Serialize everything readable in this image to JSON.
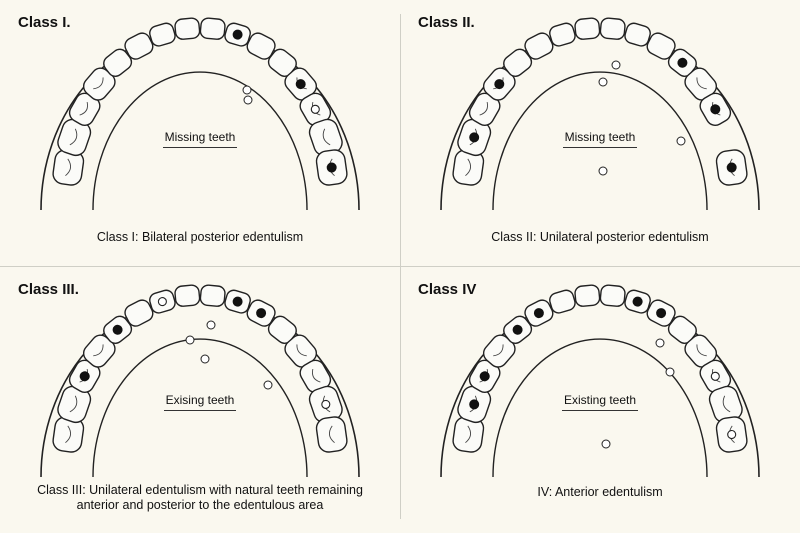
{
  "panels": [
    {
      "title": "Class I.",
      "center_label": "Missing teeth",
      "caption": "Class I: Bilateral posterior edentulism",
      "filled": [
        9,
        12,
        15
      ],
      "open": [
        13
      ],
      "removed": []
    },
    {
      "title": "Class II.",
      "center_label": "Missing teeth",
      "caption": "Class II: Unilateral posterior edentulism",
      "filled": [
        1,
        3,
        11,
        13,
        15
      ],
      "open": [
        14
      ],
      "removed": [
        14
      ]
    },
    {
      "title": "Class III.",
      "center_label": "Exising teeth",
      "caption_lines": [
        "Class III: Unilateral edentulism with natural teeth remaining",
        "anterior and posterior to the edentulous area"
      ],
      "filled": [
        2,
        4,
        9,
        10
      ],
      "open": [
        6,
        14
      ],
      "removed": []
    },
    {
      "title": "Class IV",
      "center_label": "Existing teeth",
      "caption": "IV: Anterior edentulism",
      "filled": [
        1,
        2,
        4,
        5,
        9,
        10
      ],
      "open": [
        13,
        15
      ],
      "removed": []
    }
  ]
}
